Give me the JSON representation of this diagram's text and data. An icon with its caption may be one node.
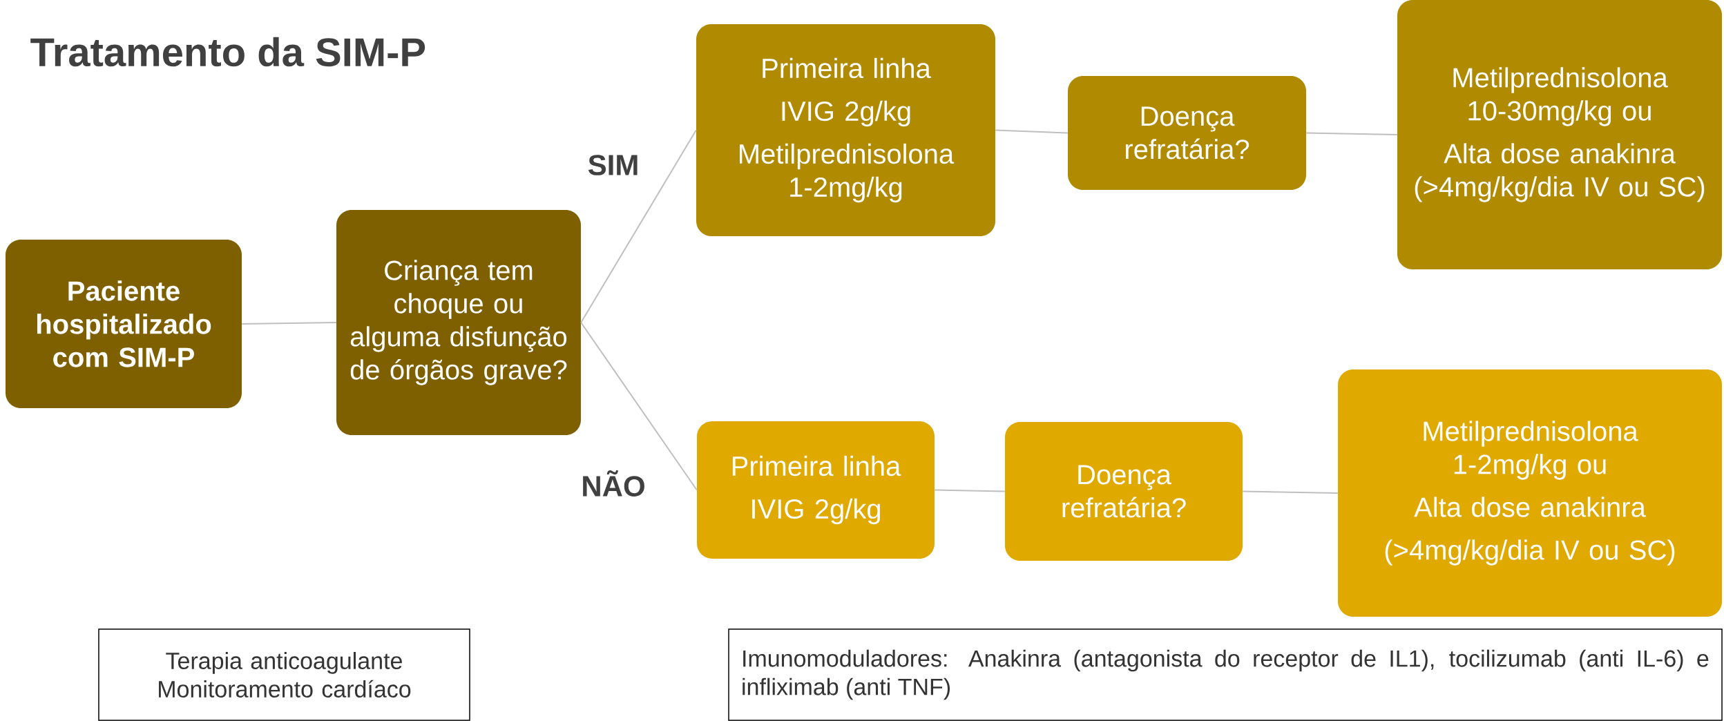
{
  "diagram": {
    "title": "Tratamento da SIM-P",
    "nodes": [
      {
        "text": [
          "Paciente hospitalizado com SIM-P"
        ]
      },
      {
        "text": [
          "Criança tem choque ou alguma disfunção de órgãos grave?"
        ]
      },
      {
        "text": [
          "Primeira linha",
          "IVIG 2g/kg",
          "Metilprednisolona 1-2mg/kg"
        ]
      },
      {
        "text": [
          "Doença refratária?"
        ]
      },
      {
        "text": [
          "Metilprednisolona 10-30mg/kg ou",
          "Alta dose anakinra (>4mg/kg/dia IV ou SC)"
        ]
      },
      {
        "text": [
          "Primeira linha",
          "IVIG 2g/kg"
        ]
      },
      {
        "text": [
          "Doença refratária?"
        ]
      },
      {
        "text": [
          "Metilprednisolona 1-2mg/kg ou",
          "Alta dose anakinra",
          "(>4mg/kg/dia IV ou SC)"
        ]
      },
      {
        "text": [
          "Terapia anticoagulante",
          "Monitoramento cardíaco"
        ]
      },
      {
        "text": [
          "Imunomoduladores: Anakinra (antagonista do receptor de IL1), tocilizumab (anti IL-6) e infliximab (anti TNF)"
        ]
      }
    ],
    "edges": [
      {
        "from": 0,
        "to": 1,
        "arrow": "none"
      },
      {
        "from": 1,
        "to": 2,
        "arrow": "none",
        "label": "SIM"
      },
      {
        "from": 1,
        "to": 5,
        "arrow": "none",
        "label": "NÃO"
      },
      {
        "from": 2,
        "to": 3,
        "arrow": "none"
      },
      {
        "from": 3,
        "to": 4,
        "arrow": "none"
      },
      {
        "from": 5,
        "to": 6,
        "arrow": "none"
      },
      {
        "from": 6,
        "to": 7,
        "arrow": "none"
      }
    ]
  }
}
